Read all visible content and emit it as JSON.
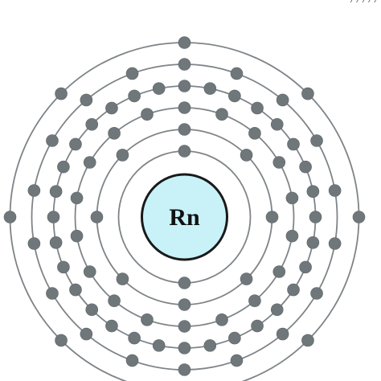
{
  "atom": {
    "symbol": "Rn",
    "shell_electrons": [
      2,
      8,
      18,
      32,
      18,
      8
    ],
    "nucleus_color": "#c8f2f8",
    "electron_color": "#6f777b",
    "shell_color": "#7f8488"
  },
  "corner_text": "/  /  /  /  /"
}
